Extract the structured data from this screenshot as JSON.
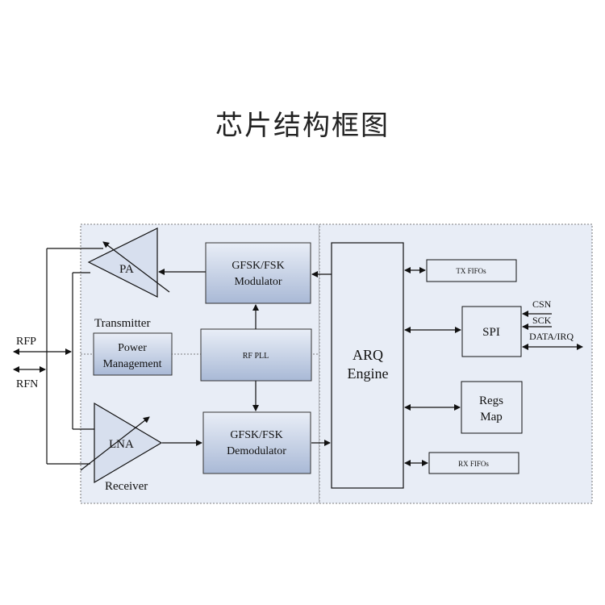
{
  "title": "芯片结构框图",
  "blocks": {
    "pa": "PA",
    "lna": "LNA",
    "transmitter": "Transmitter",
    "receiver": "Receiver",
    "power_management": [
      "Power",
      "Management"
    ],
    "modulator": [
      "GFSK/FSK",
      "Modulator"
    ],
    "demodulator": [
      "GFSK/FSK",
      "Demodulator"
    ],
    "rf_pll": "RF PLL",
    "arq_engine": [
      "ARQ",
      "Engine"
    ],
    "tx_fifos": "TX FIFOs",
    "rx_fifos": "RX FIFOs",
    "spi": "SPI",
    "regs_map": [
      "Regs",
      "Map"
    ]
  },
  "pins": {
    "rfp": "RFP",
    "rfn": "RFN",
    "csn": "CSN",
    "sck": "SCK",
    "data_irq": "DATA/IRQ"
  },
  "colors": {
    "panel_fill": "#e8edf6",
    "block_top": "#e9eef7",
    "block_bottom": "#a9b9d6",
    "line": "#111111"
  }
}
